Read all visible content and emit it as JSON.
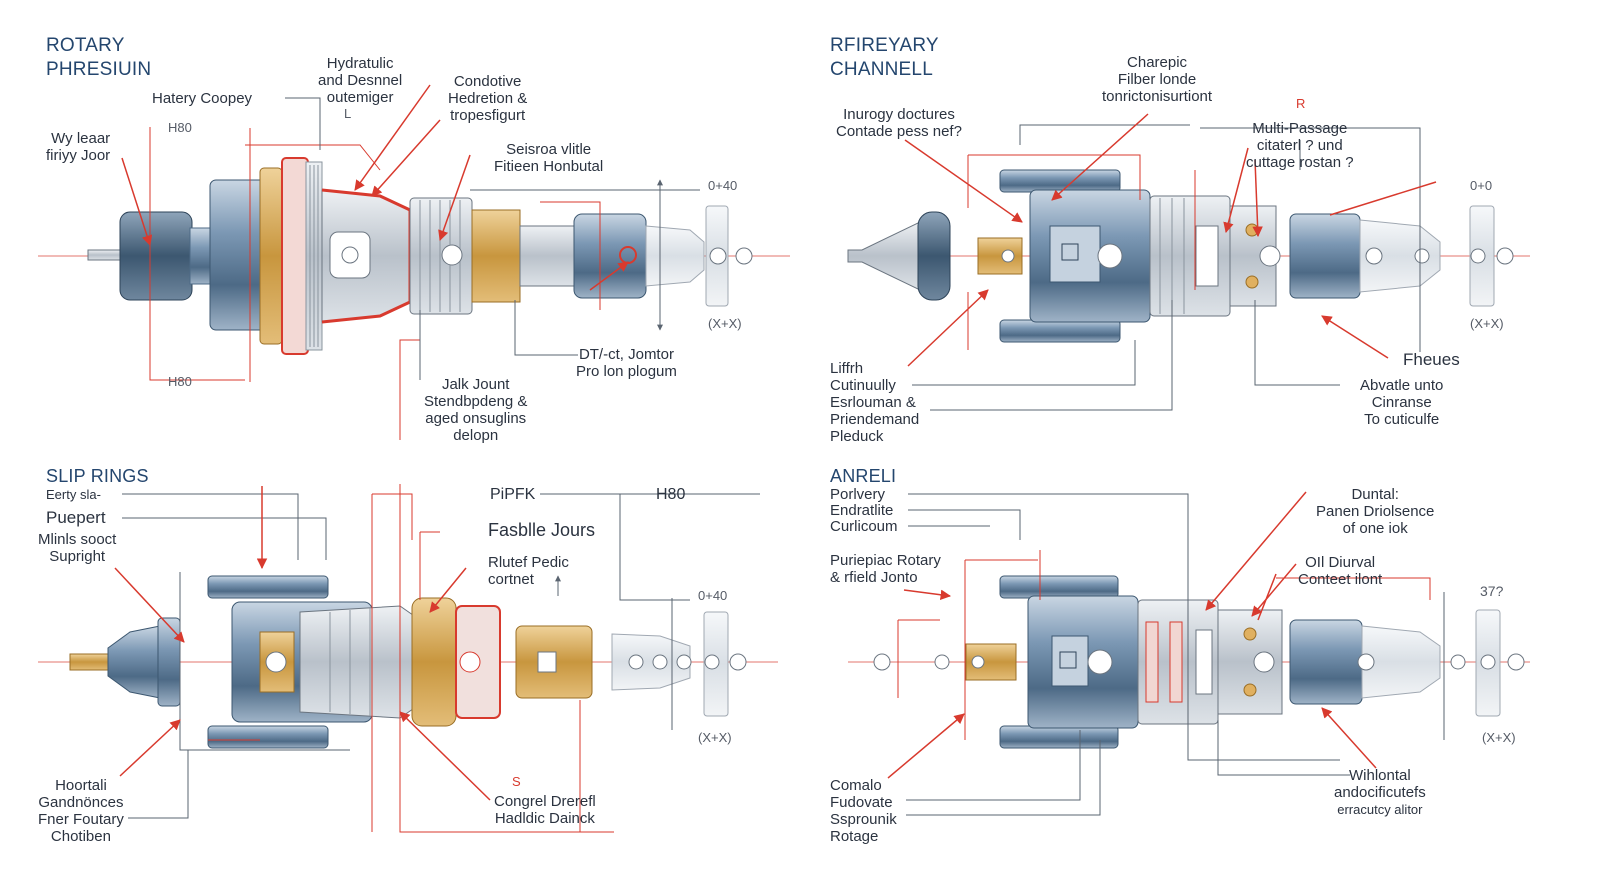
{
  "colors": {
    "steel_blue": "#7c98b4",
    "dark_blue": "#3c5770",
    "copper": "#c8963e",
    "red_accent": "#d83a2e",
    "line": "#9aa2ac",
    "title": "#24466e"
  },
  "panels": {
    "rotary": {
      "title": [
        "ROTARY",
        "PHRESIUIN"
      ],
      "labels": {
        "hydraulic": [
          "Hydratulic",
          "and Desnnel",
          "outemiger"
        ],
        "hatery": [
          "Hatery Coopey"
        ],
        "condotive": [
          "Condotive",
          "Hedretion &",
          "tropesfigurt"
        ],
        "wy_leaar": [
          "Wy leaar",
          "firiyy Joor"
        ],
        "seisroa": [
          "Seisroa vlitle",
          "Fitieen Honbutal"
        ],
        "dt_jomtor": [
          "DT/-ct, Jomtor",
          "Pro lon plogum"
        ],
        "jalk_jount": [
          "Jalk Jount",
          "Stendbpdeng &",
          "aged onsuglins",
          "delopn"
        ]
      },
      "dims": {
        "d1": "H80",
        "d2": "H80",
        "d3": "0+40",
        "d4": "(X+X)",
        "d5": "L"
      }
    },
    "channel": {
      "title": [
        "RFIREYARY",
        "CHANNELL"
      ],
      "labels": {
        "charepic": [
          "Charepic",
          "Filber londe",
          "tonrictonisurtiont"
        ],
        "inurogy": [
          "Inurogy doctures",
          "Contade pess nef?"
        ],
        "multi": [
          "Multi-Passage",
          "citaterl ? und",
          "cuttage rostan ?"
        ],
        "liffrh": [
          "Liffrh",
          "Cutinuully",
          "Esrlouman &",
          "Priendemand",
          "Pleduck"
        ],
        "fheues": [
          "Fheues"
        ],
        "abvatle": [
          "Abvatle unto",
          "Cinranse",
          "To cuticulfe"
        ]
      },
      "dims": {
        "d1": "0+0",
        "d2": "(X+X)",
        "d3": "R"
      }
    },
    "slip": {
      "title": [
        "SLIP RINGS"
      ],
      "labels": {
        "eerty": [
          "Eerty sla-"
        ],
        "puepert": [
          "Puepert"
        ],
        "mlinls": [
          "Mlinls sooct",
          "Supright"
        ],
        "pipfk": [
          "PiPFK"
        ],
        "h80": [
          "H80"
        ],
        "fasblle": [
          "Fasblle Jours"
        ],
        "rlutef": [
          "Rlutef Pedic",
          "cortnet"
        ],
        "hoorlali": [
          "Hoortali",
          "Gandnönces",
          "Fner Foutary",
          "Chotiben"
        ],
        "congrel": [
          "Congrel Drerefl",
          "Hadldic Dainck"
        ]
      },
      "dims": {
        "d1": "0+40",
        "d2": "(X+X)",
        "d3": "S"
      }
    },
    "anrel": {
      "title": [
        "ANRELI"
      ],
      "labels": {
        "porlvery": [
          "Porlvery"
        ],
        "endratlite": [
          "Endratlite"
        ],
        "curlicoum": [
          "Curlicoum"
        ],
        "puriepiac": [
          "Puriepiac Rotary",
          "& rfield Jonto"
        ],
        "duntal": [
          "Duntal:",
          "Panen Driolsence",
          "of one iok"
        ],
        "oil_diurval": [
          "OIl Diurval",
          "Conteet ilont"
        ],
        "comalo": [
          "Comalo",
          "Fudovate",
          "Ssprounik",
          "Rotage"
        ],
        "withlontal": [
          "Wihlontal",
          "andocificutefs",
          "erracutcy alitor"
        ]
      },
      "dims": {
        "d1": "37?",
        "d2": "(X+X)"
      }
    }
  }
}
